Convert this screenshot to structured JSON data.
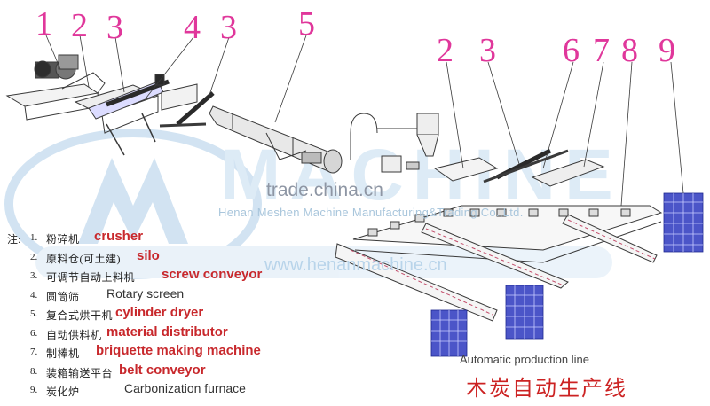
{
  "watermark": {
    "logo_text": "MACHINE",
    "site": "trade.china.cn",
    "company": "Henan Meshen Machine Manufacturing&Trading Co.,Ltd.",
    "url": "www.henanmachine.cn"
  },
  "callouts_left": [
    "1",
    "2",
    "3",
    "4",
    "3",
    "5"
  ],
  "callouts_right": [
    "2",
    "3",
    "6",
    "7",
    "8",
    "9"
  ],
  "legend": {
    "note_prefix": "注:",
    "items": [
      {
        "num": "1.",
        "zh": "粉碎机",
        "en": "crusher",
        "style": "bold"
      },
      {
        "num": "2.",
        "zh": "原料仓(可土建)",
        "en": "silo",
        "style": "bold"
      },
      {
        "num": "3.",
        "zh": "可调节自动上料机",
        "en": "screw conveyor",
        "style": "bold"
      },
      {
        "num": "4.",
        "zh": "圆筒筛",
        "en": "Rotary screen",
        "style": "plain"
      },
      {
        "num": "5.",
        "zh": "复合式烘干机",
        "en": "cylinder dryer",
        "style": "bold"
      },
      {
        "num": "6.",
        "zh": "自动供料机",
        "en": "material distributor",
        "style": "bold"
      },
      {
        "num": "7.",
        "zh": "制棒机",
        "en": "briquette making machine",
        "style": "bold"
      },
      {
        "num": "8.",
        "zh": "装箱输送平台",
        "en": "belt conveyor",
        "style": "bold"
      },
      {
        "num": "9.",
        "zh": "炭化炉",
        "en": "Carbonization furnace",
        "style": "plain"
      }
    ]
  },
  "caption": {
    "en": "Automatic production line",
    "zh": "木炭自动生产线"
  },
  "colors": {
    "callout": "#e0379b",
    "legend_en": "#c8282c",
    "caption_zh": "#cc2222",
    "line": "#3a3a3a",
    "furnace_fill": "#4b55c8",
    "watermark": "#c8dcee"
  }
}
